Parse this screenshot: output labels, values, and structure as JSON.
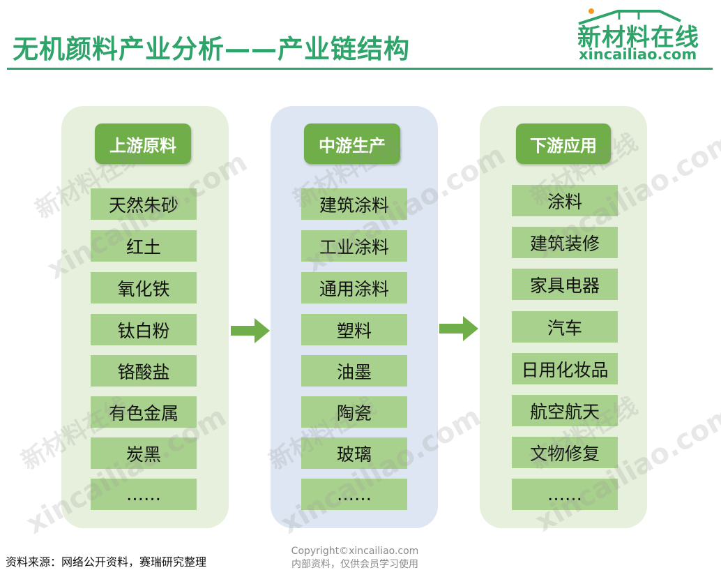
{
  "header": {
    "title": "无机颜料产业分析——产业链结构",
    "logo_main": "新材料在线",
    "logo_sub": "xincailiao.com"
  },
  "colors": {
    "accent_green": "#2ea46a",
    "header_green": "#6fae48",
    "item_green": "#a9d18e",
    "panel_green": "#e6f0dc",
    "panel_blue": "#dde6f2"
  },
  "columns": [
    {
      "title": "上游原料",
      "items": [
        "天然朱砂",
        "红土",
        "氧化铁",
        "钛白粉",
        "铬酸盐",
        "有色金属",
        "炭黑",
        "……"
      ]
    },
    {
      "title": "中游生产",
      "items": [
        "建筑涂料",
        "工业涂料",
        "通用涂料",
        "塑料",
        "油墨",
        "陶瓷",
        "玻璃",
        "……"
      ]
    },
    {
      "title": "下游应用",
      "items": [
        "涂料",
        "建筑装修",
        "家具电器",
        "汽车",
        "日用化妆品",
        "航空航天",
        "文物修复",
        "……"
      ]
    }
  ],
  "arrows": [
    "arrow-right-icon",
    "arrow-right-icon"
  ],
  "watermark": {
    "cn": "新材料在线",
    "en": "xincailiao.com"
  },
  "footer": {
    "source": "资料来源：网络公开资料，赛瑞研究整理",
    "copyright": "Copyright©xincailiao.com",
    "notice": "内部资料，仅供会员学习使用"
  }
}
